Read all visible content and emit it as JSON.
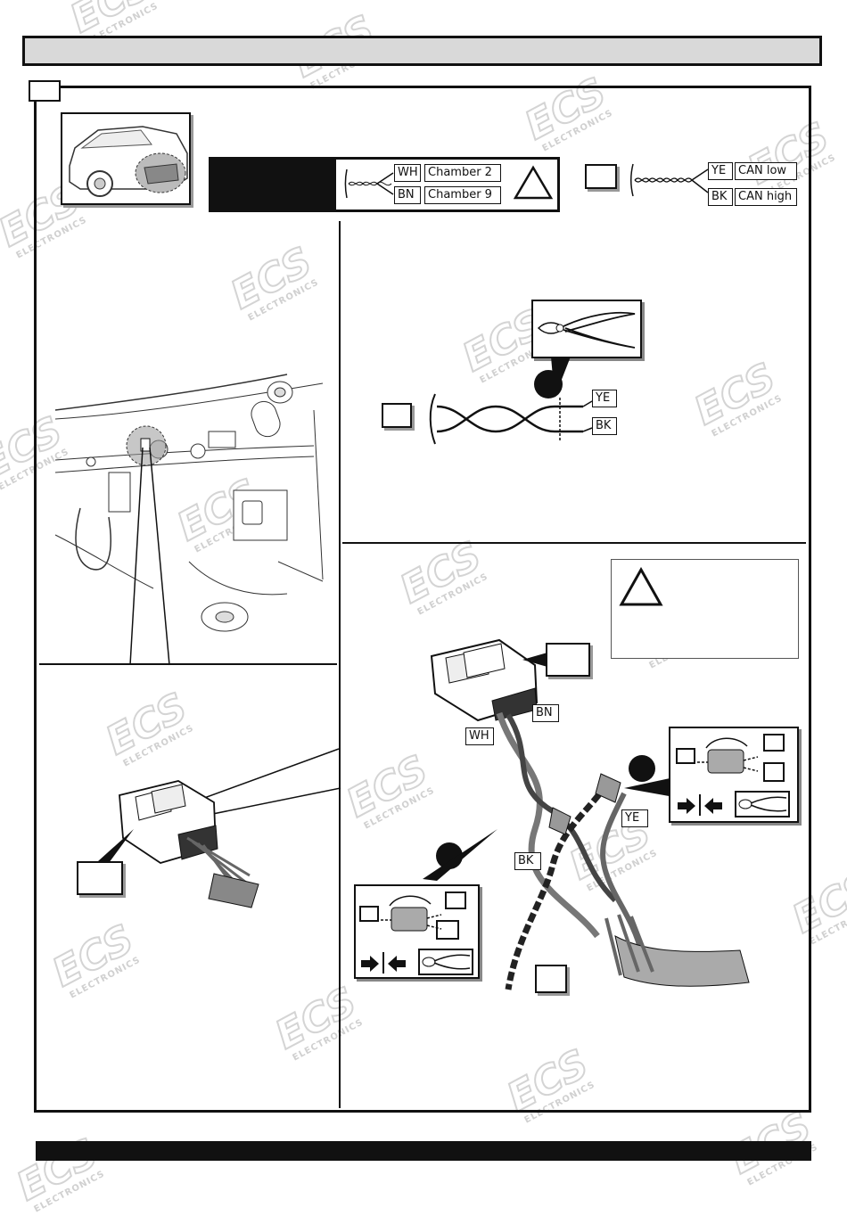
{
  "watermark": {
    "brand": "ECS",
    "sub": "ELECTRONICS"
  },
  "wire_legend": {
    "wh_code": "WH",
    "wh_label": "Chamber 2",
    "bn_code": "BN",
    "bn_label": "Chamber 9"
  },
  "can_legend": {
    "ye_code": "YE",
    "ye_label": "CAN low",
    "bk_code": "BK",
    "bk_label": "CAN high"
  },
  "cut_labels": {
    "ye": "YE",
    "bk": "BK"
  },
  "connector_labels": {
    "bn": "BN",
    "wh": "WH",
    "ye": "YE",
    "bk": "BK"
  },
  "icons": [
    "warning-triangle-icon",
    "pliers-icon",
    "arrow-right-icon",
    "arrow-left-icon",
    "crimp-connector-icon"
  ]
}
